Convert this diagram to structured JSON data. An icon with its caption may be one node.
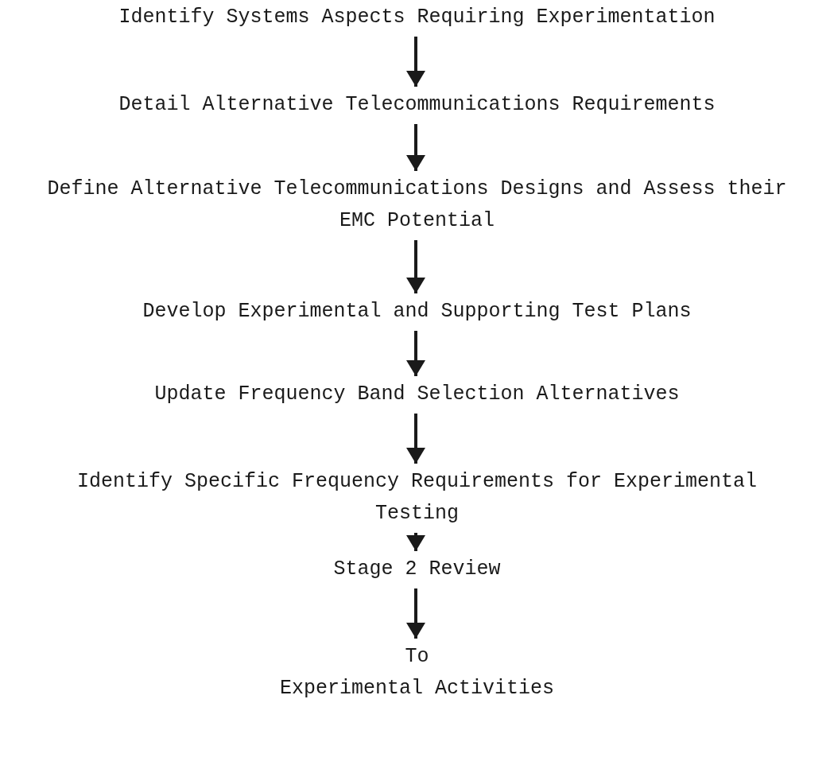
{
  "diagram": {
    "nodes": [
      {
        "text": [
          "Identify Systems Aspects Requiring Experimentation"
        ]
      },
      {
        "text": [
          "Detail Alternative Telecommunications Requirements"
        ]
      },
      {
        "text": [
          "Define Alternative Telecommunications Designs and Assess their EMC Potential"
        ]
      },
      {
        "text": [
          "Develop Experimental and Supporting Test Plans"
        ]
      },
      {
        "text": [
          "Update Frequency Band Selection Alternatives"
        ]
      },
      {
        "text": [
          "Identify Specific Frequency Requirements for Experimental Testing"
        ]
      },
      {
        "text": [
          "Stage 2 Review"
        ]
      },
      {
        "text": [
          "To",
          "Experimental Activities"
        ]
      }
    ],
    "edges": [
      {
        "from": 0,
        "to": 1,
        "arrow": "to"
      },
      {
        "from": 1,
        "to": 2,
        "arrow": "to"
      },
      {
        "from": 2,
        "to": 3,
        "arrow": "to"
      },
      {
        "from": 3,
        "to": 4,
        "arrow": "to"
      },
      {
        "from": 4,
        "to": 5,
        "arrow": "to"
      },
      {
        "from": 5,
        "to": 6,
        "arrow": "to"
      },
      {
        "from": 6,
        "to": 7,
        "arrow": "to"
      }
    ]
  }
}
